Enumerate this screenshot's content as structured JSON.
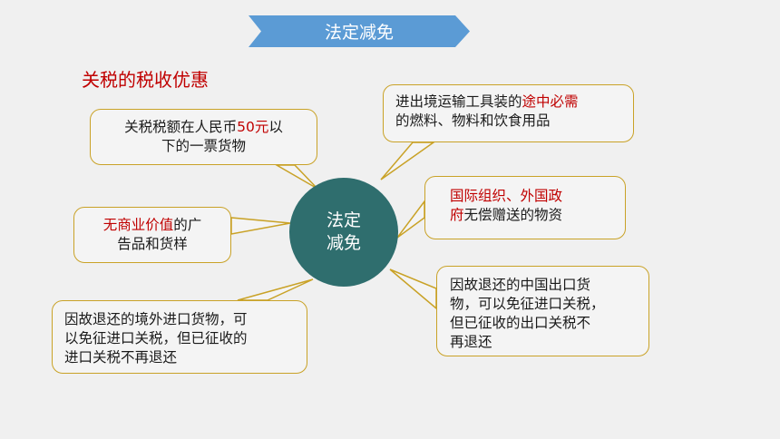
{
  "banner": {
    "title": "法定减免"
  },
  "section_title": "关税的税收优惠",
  "center": {
    "line1": "法定",
    "line2": "减免"
  },
  "callouts": {
    "c1": {
      "line1_pre": "关税税额在人民币",
      "line1_red": "50元",
      "line1_post": "以",
      "line2": "下的一票货物"
    },
    "c2": {
      "line1_pre": "进出境运输工具装的",
      "line1_red": "途中必需",
      "line2": "的燃料、物料和饮食用品"
    },
    "c3": {
      "line1_red": "无商业价值",
      "line1_post": "的广",
      "line2": "告品和货样"
    },
    "c4": {
      "line1_red": "国际组织、外国政",
      "line2_red": "府",
      "line2_post": "无偿赠送的物资"
    },
    "c5": {
      "line1": "因故退还的中国出口货",
      "line2": "物，可以免征进口关税，",
      "line3": "但已征收的出口关税不",
      "line4": "再退还"
    },
    "c6": {
      "line1": "因故退还的境外进口货物，可",
      "line2": "以免征进口关税，但已征收的",
      "line3": "进口关税不再退还"
    }
  },
  "colors": {
    "banner": "#5b9bd5",
    "center_circle": "#2f6e6e",
    "highlight_red": "#c00000",
    "callout_border": "#c9a227",
    "background": "#f0f0f0"
  }
}
